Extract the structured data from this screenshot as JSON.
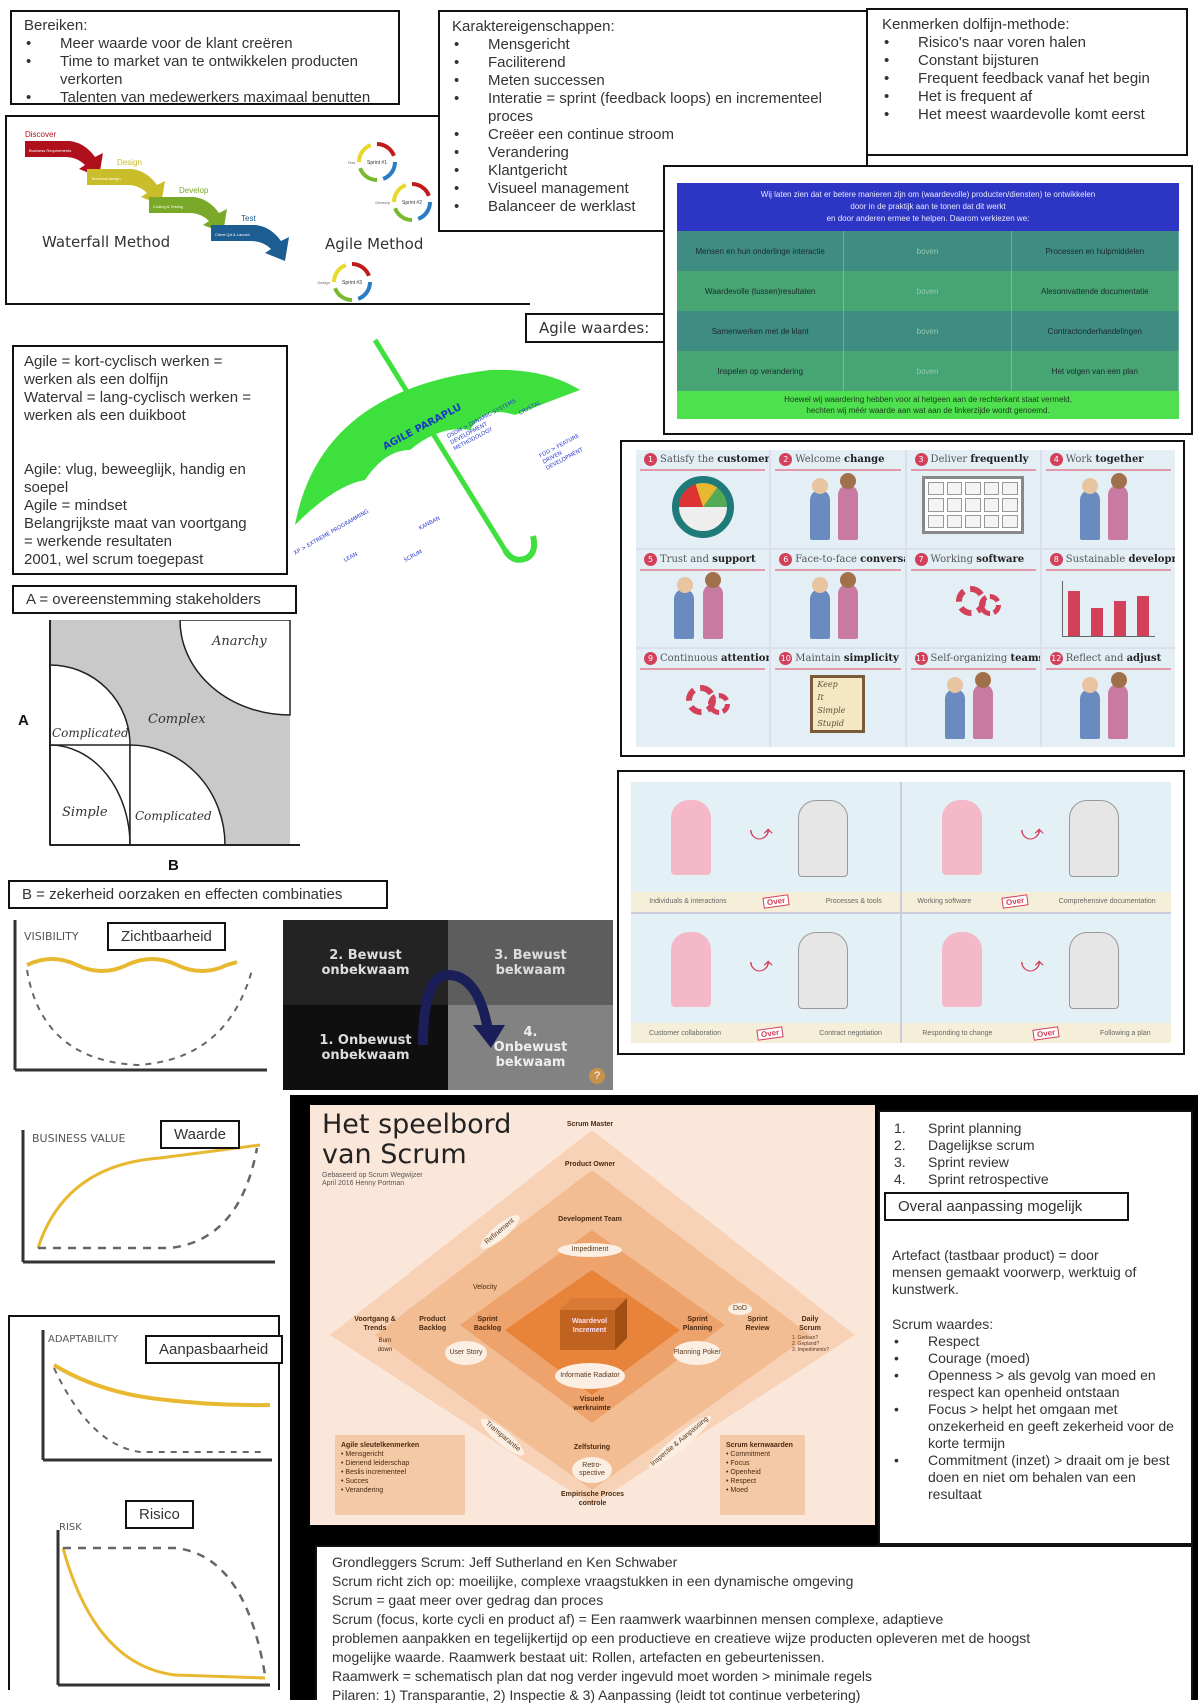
{
  "bereiken": {
    "title": "Bereiken:",
    "items": [
      "Meer waarde voor de klant creëren",
      "Time to market van te ontwikkelen producten verkorten",
      "Talenten van medewerkers maximaal benutten"
    ]
  },
  "karakter": {
    "title": "Karaktereigenschappen:",
    "items": [
      "Mensgericht",
      "Faciliterend",
      "Meten successen",
      "Interatie = sprint (feedback loops) en incrementeel proces",
      "Creëer een continue stroom",
      "Verandering",
      "Klantgericht",
      "Visueel management",
      "Balanceer de werklast"
    ]
  },
  "dolfijn": {
    "title": "Kenmerken dolfijn-methode:",
    "items": [
      "Risico's naar voren halen",
      "Constant bijsturen",
      "Frequent feedback vanaf het begin",
      "Het is frequent af",
      "Het meest waardevolle komt eerst"
    ]
  },
  "methods": {
    "waterfall_title": "Waterfall Method",
    "agile_title": "Agile Method",
    "waterfall_steps": [
      {
        "label": "Discover",
        "sub": "Business Requirements",
        "color": "#b0101c"
      },
      {
        "label": "Design",
        "sub": "Technical design",
        "color": "#c9bd2a"
      },
      {
        "label": "Develop",
        "sub": "Coding & Testing",
        "color": "#7aa828"
      },
      {
        "label": "Test",
        "sub": "Client QA & Launch",
        "color": "#1d5e92"
      }
    ],
    "agile_sprints": [
      "Sprint #1",
      "Sprint #2",
      "Sprint #3"
    ],
    "agile_phase_labels": [
      "Test",
      "Develop",
      "Design"
    ]
  },
  "agile_waardes_label": "Agile waardes:",
  "manifesto": {
    "header_lines": [
      "Wij laten zien dat er betere manieren zijn om (waardevolle) producten/diensten) te ontwikkelen",
      "door in de praktijk aan te tonen dat dit werkt",
      "en door anderen ermee te helpen. Daarom verkiezen we:"
    ],
    "rows": [
      {
        "left": "Mensen en hun onderlinge interactie",
        "mid": "boven",
        "right": "Processen en hulpmiddelen"
      },
      {
        "left": "Waardevolle (tussen)resultaten",
        "mid": "boven",
        "right": "Alesomvattende documentatie"
      },
      {
        "left": "Samenwerken met de klant",
        "mid": "boven",
        "right": "Contractonderhandelingen"
      },
      {
        "left": "Inspelen op verandering",
        "mid": "boven",
        "right": "Het volgen van een plan"
      }
    ],
    "footer_lines": [
      "Hoewel wij waardering hebben voor al hetgeen aan de rechterkant staat vermeld,",
      "hechten wij méér waarde aan wat aan de linkerzijde wordt genoemd."
    ]
  },
  "agile_notes": {
    "lines1": [
      "Agile = kort-cyclisch werken =",
      "werken als een dolfijn",
      "Waterval = lang-cyclisch werken =",
      "werken als een duikboot"
    ],
    "lines2": [
      "Agile: vlug, beweeglijk, handig en",
      "soepel",
      "Agile = mindset",
      "Belangrijkste maat van voortgang",
      "= werkende resultaten",
      "2001, wel scrum toegepast"
    ]
  },
  "umbrella": {
    "title": "AGILE PARAPLU",
    "methods": [
      "XP > EXTREME PROGRAMMING",
      "KANBAN",
      "LEAN",
      "SCRUM",
      "DSDM > DYNAMIC SYSTEMS DEVELOPMENT METHODOLOGY",
      "CRYSTAL",
      "FDD > FEATURE DRIVEN DEVELOPMENT"
    ]
  },
  "principles": [
    {
      "num": "1",
      "light": "Satisfy the",
      "bold": "customer"
    },
    {
      "num": "2",
      "light": "Welcome",
      "bold": "change"
    },
    {
      "num": "3",
      "light": "Deliver",
      "bold": "frequently"
    },
    {
      "num": "4",
      "light": "Work",
      "bold": "together"
    },
    {
      "num": "5",
      "light": "Trust and",
      "bold": "support"
    },
    {
      "num": "6",
      "light": "Face-to-face",
      "bold": "conversation"
    },
    {
      "num": "7",
      "light": "Working",
      "bold": "software"
    },
    {
      "num": "8",
      "light": "Sustainable",
      "bold": "development"
    },
    {
      "num": "9",
      "light": "Continuous",
      "bold": "attention"
    },
    {
      "num": "10",
      "light": "Maintain",
      "bold": "simplicity"
    },
    {
      "num": "11",
      "light": "Self-organizing",
      "bold": "teams"
    },
    {
      "num": "12",
      "light": "Reflect and",
      "bold": "adjust"
    }
  ],
  "kiss_lines": [
    "Keep",
    "It",
    "Simple",
    "Stupid"
  ],
  "stacey": {
    "label_a": "A = overeenstemming stakeholders",
    "label_b": "B = zekerheid oorzaken en effecten combinaties",
    "axis_a": "A",
    "axis_b": "B",
    "zones": [
      "Anarchy",
      "Complex",
      "Complicated",
      "Simple",
      "Complicated"
    ]
  },
  "value_cartoons": [
    {
      "left": "Individuals & interactions",
      "over": "Over",
      "right": "Processes & tools"
    },
    {
      "left": "Working software",
      "over": "Over",
      "right": "Comprehensive documentation"
    },
    {
      "left": "Customer collaboration",
      "over": "Over",
      "right": "Contract negotiation"
    },
    {
      "left": "Responding to change",
      "over": "Over",
      "right": "Following a plan"
    }
  ],
  "competence": [
    "2. Bewust onbekwaam",
    "3. Bewust bekwaam",
    "1. Onbewust onbekwaam",
    "4. Onbewust bekwaam"
  ],
  "curves": {
    "visibility": {
      "axis": "VISIBILITY",
      "label": "Zichtbaarheid"
    },
    "business_value": {
      "axis": "BUSINESS VALUE",
      "label": "Waarde"
    },
    "adaptability": {
      "axis": "ADAPTABILITY",
      "label": "Aanpasbaarheid"
    },
    "risk": {
      "axis": "RISK",
      "label": "Risico"
    }
  },
  "scrum_board": {
    "title_line1": "Het speelbord",
    "title_line2": "van Scrum",
    "subtitle_line1": "Gebaseerd op Scrum Wegwijzer",
    "subtitle_line2": "April 2016 Henny Portman",
    "roles": [
      "Scrum Master",
      "Product Owner",
      "Development Team"
    ],
    "center": "Waardevol Increment",
    "labels": {
      "impediment": "Impediment",
      "info_radiator": "Informatie Radiator",
      "visual": "Visuele werkruimte",
      "velocity": "Velocity",
      "voortgang": "Voortgang & Trends",
      "burndown": "Burn down",
      "product_backlog": "Product Backlog",
      "sprint_backlog": "Sprint Backlog",
      "user_story": "User Story",
      "sprint_planning": "Sprint Planning",
      "planning_poker": "Planning Poker",
      "dod": "DoD",
      "sprint_review": "Sprint Review",
      "daily_scrum": "Daily Scrum",
      "daily_questions": [
        "1. Gedaan?",
        "2. Gepland?",
        "3. Impediments?"
      ],
      "refinement": "Refinement",
      "transparantie": "Transparantie",
      "inspectie": "Inspectie & Aanpassing",
      "zelfsturing": "Zelfsturing",
      "retrospective": "Retro-spective",
      "empirische": "Empirische Proces controle"
    },
    "agile_note_title": "Agile sleutelkenmerken",
    "agile_note_items": [
      "Mensgericht",
      "Dienend leiderschap",
      "Beslis incrementeel",
      "Succes",
      "Verandering"
    ],
    "scrum_note_title": "Scrum kernwaarden",
    "scrum_note_items": [
      "Commitment",
      "Focus",
      "Openheid",
      "Respect",
      "Moed"
    ]
  },
  "scrum_events": {
    "items": [
      "Sprint planning",
      "Dagelijkse scrum",
      "Sprint review",
      "Sprint retrospective"
    ],
    "overal": "Overal aanpassing mogelijk",
    "artefact_lines": [
      "Artefact (tastbaar product) = door",
      "mensen gemaakt voorwerp, werktuig of",
      "kunstwerk."
    ],
    "values_title": "Scrum waardes:",
    "values": [
      "Respect",
      "Courage (moed)",
      "Openness > als gevolg van moed en respect kan openheid ontstaan",
      "Focus > helpt het omgaan met onzekerheid en geeft zekerheid voor de korte termijn",
      "Commitment (inzet) > draait om je best doen en niet om behalen van een resultaat"
    ]
  },
  "scrum_summary": {
    "lines": [
      "Grondleggers Scrum: Jeff Sutherland en Ken Schwaber",
      "Scrum richt zich op: moeilijke, complexe vraagstukken in een dynamische omgeving",
      "Scrum = gaat meer over gedrag dan proces",
      "Scrum (focus, korte cycli en product af) = Een raamwerk waarbinnen mensen complexe, adaptieve",
      "problemen aanpakken en tegelijkertijd op een productieve en creatieve wijze producten opleveren met de hoogst",
      "mogelijke waarde. Raamwerk bestaat uit: Rollen, artefacten en gebeurtenissen.",
      "Raamwerk = schematisch plan dat nog verder ingevuld moet worden > minimale regels",
      "Pilaren: 1) Transparantie, 2) Inspectie & 3) Aanpassing (leidt tot continue verbetering)"
    ]
  },
  "colors": {
    "manifesto_header": "#2d35c4",
    "manifesto_dark": "#3f8c82",
    "manifesto_light": "#47a574",
    "manifesto_footer": "#4fe04f",
    "umbrella_green": "#3ee03e",
    "curve_gold": "#e8b830",
    "principle_red": "#d2405a",
    "scrum_orange": "#e8833a"
  }
}
